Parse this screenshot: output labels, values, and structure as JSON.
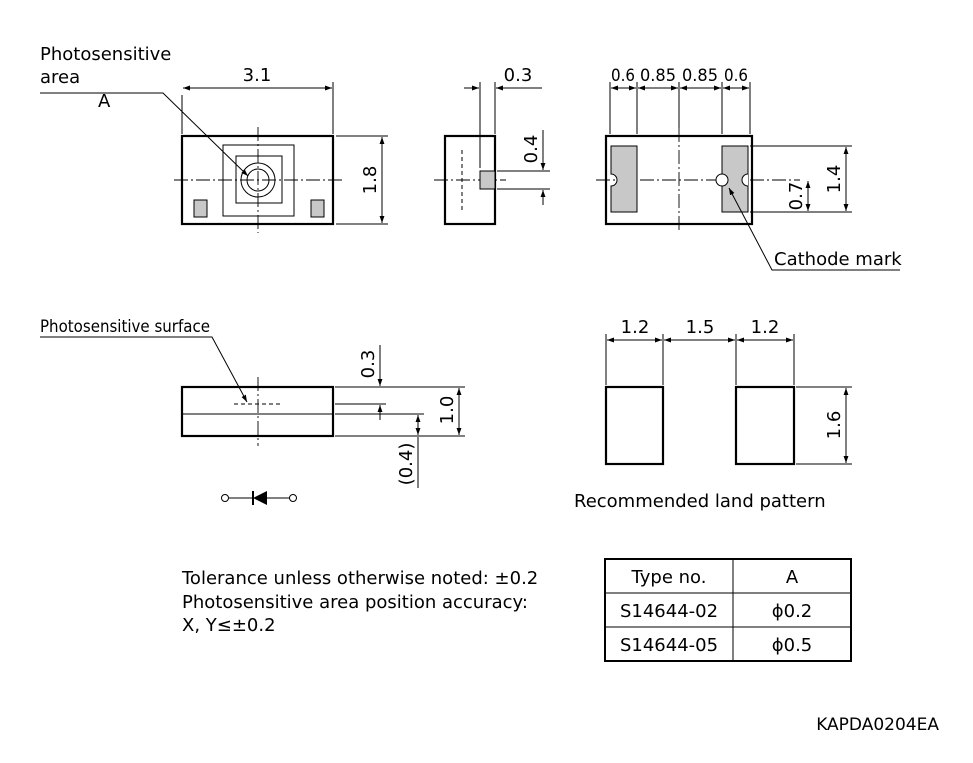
{
  "labels": {
    "photosensitive_area_line1": "Photosensitive",
    "photosensitive_area_line2": "area",
    "area_symbol": "A",
    "cathode_mark": "Cathode mark",
    "photosensitive_surface": "Photosensitive surface",
    "land_pattern_caption": "Recommended land pattern",
    "drawing_code": "KAPDA0204EA"
  },
  "dimensions": {
    "top_width": "3.1",
    "top_height": "1.8",
    "side_width": "0.3",
    "side_window": "0.4",
    "bottom_0": "0.6",
    "bottom_1": "0.85",
    "bottom_2": "0.85",
    "bottom_3": "0.6",
    "bottom_pad_height": "1.4",
    "bottom_pad_offset": "0.7",
    "front_surface_depth": "0.3",
    "front_height": "1.0",
    "front_offset": "(0.4)",
    "land_left_width": "1.2",
    "land_gap": "1.5",
    "land_right_width": "1.2",
    "land_height": "1.6"
  },
  "notes": {
    "line1": "Tolerance unless otherwise noted: ±0.2",
    "line2": "Photosensitive area position accuracy:",
    "line3": "X, Y≤±0.2"
  },
  "table": {
    "headers": [
      "Type no.",
      "A"
    ],
    "rows": [
      [
        "S14644-02",
        "ϕ0.2"
      ],
      [
        "S14644-05",
        "ϕ0.5"
      ]
    ]
  }
}
